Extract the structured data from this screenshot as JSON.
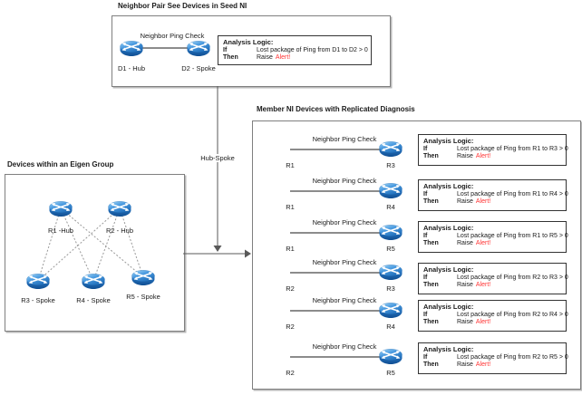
{
  "colors": {
    "alert_red": "#ff3333",
    "router_blue": "#2e7cc9",
    "box_border_gray": "#7f7f7f",
    "analysis_border": "#333333",
    "link_line_gray": "#8c8c8c",
    "connector_gray": "#595959"
  },
  "seed_pair": {
    "title": "Neighbor Pair See Devices in Seed NI",
    "ping_label": "Neighbor Ping Check",
    "devices": [
      {
        "label": "D1 - Hub"
      },
      {
        "label": "D2 - Spoke"
      }
    ],
    "analysis": {
      "heading": "Analysis Logic:",
      "if_kw": "If",
      "if_text": "Lost package of Ping from D1 to D2 > 0",
      "then_kw": "Then",
      "raise_text": "Raise",
      "alert_text": "Alert!"
    }
  },
  "connector": {
    "label": "Hub-Spoke"
  },
  "eigen_group": {
    "title": "Devices within an Eigen Group",
    "devices": [
      {
        "label": "R1 -Hub"
      },
      {
        "label": "R2 - Hub"
      },
      {
        "label": "R3 - Spoke"
      },
      {
        "label": "R4 - Spoke"
      },
      {
        "label": "R5 - Spoke"
      }
    ]
  },
  "member_ni": {
    "title": "Member NI Devices with Replicated Diagnosis",
    "rows": [
      {
        "ping_label": "Neighbor Ping Check",
        "left": "R1",
        "right": "R3",
        "analysis": {
          "heading": "Analysis Logic:",
          "if_kw": "If",
          "if_text": "Lost package of Ping from R1 to R3 > 0",
          "then_kw": "Then",
          "raise_text": "Raise",
          "alert_text": "Alert!"
        }
      },
      {
        "ping_label": "Neighbor Ping Check",
        "left": "R1",
        "right": "R4",
        "analysis": {
          "heading": "Analysis Logic:",
          "if_kw": "If",
          "if_text": "Lost package of Ping from R1 to R4 > 0",
          "then_kw": "Then",
          "raise_text": "Raise",
          "alert_text": "Alert!"
        }
      },
      {
        "ping_label": "Neighbor Ping Check",
        "left": "R1",
        "right": "R5",
        "analysis": {
          "heading": "Analysis Logic:",
          "if_kw": "If",
          "if_text": "Lost package of Ping from R1 to R5 > 0",
          "then_kw": "Then",
          "raise_text": "Raise",
          "alert_text": "Alert!"
        }
      },
      {
        "ping_label": "Neighbor Ping Check",
        "left": "R2",
        "right": "R3",
        "analysis": {
          "heading": "Analysis Logic:",
          "if_kw": "If",
          "if_text": "Lost package of Ping from R2 to R3 > 0",
          "then_kw": "Then",
          "raise_text": "Raise",
          "alert_text": "Alert!"
        }
      },
      {
        "ping_label": "Neighbor Ping Check",
        "left": "R2",
        "right": "R4",
        "analysis": {
          "heading": "Analysis Logic:",
          "if_kw": "If",
          "if_text": "Lost package of Ping from R2 to R4 > 0",
          "then_kw": "Then",
          "raise_text": "Raise",
          "alert_text": "Alert!"
        }
      },
      {
        "ping_label": "Neighbor Ping Check",
        "left": "R2",
        "right": "R5",
        "analysis": {
          "heading": "Analysis Logic:",
          "if_kw": "If",
          "if_text": "Lost package of Ping from R2 to R5 > 0",
          "then_kw": "Then",
          "raise_text": "Raise",
          "alert_text": "Alert!"
        }
      }
    ]
  }
}
